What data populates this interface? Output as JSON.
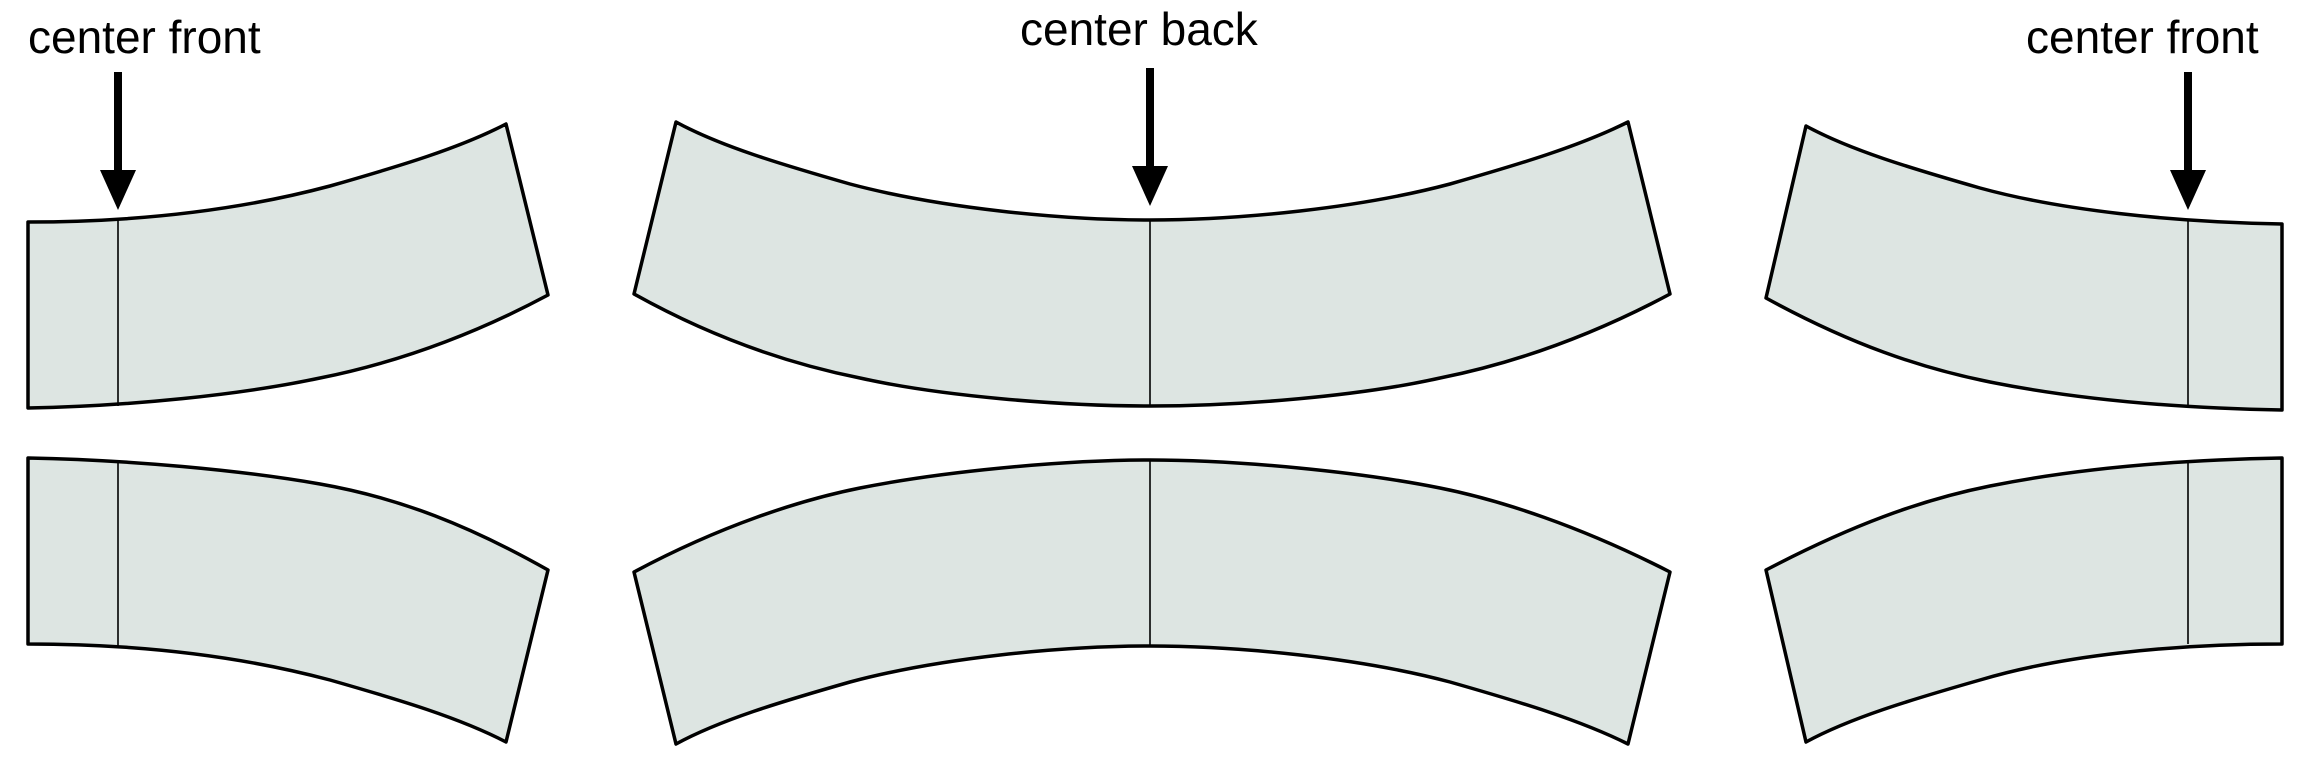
{
  "labels": {
    "left": "center front",
    "middle": "center back",
    "right": "center front"
  },
  "colors": {
    "piece_fill": "#dde5e2",
    "outline": "#000000"
  }
}
